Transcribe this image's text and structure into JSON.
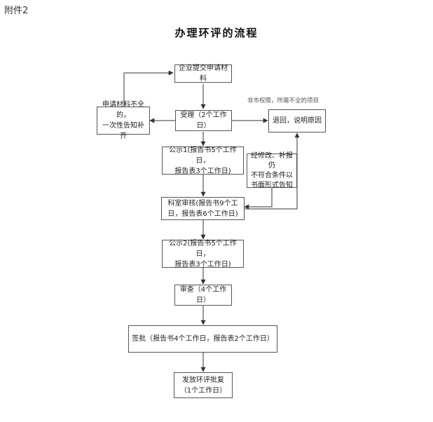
{
  "annex_label": "附件2",
  "title": "办理环评的流程",
  "nodes": {
    "submit": {
      "lines": [
        "企业提交申请材料"
      ]
    },
    "incomplete": {
      "lines": [
        "申请材料不全的，",
        "一次性告知补齐"
      ]
    },
    "accept": {
      "lines": [
        "受理（2个工作日）"
      ]
    },
    "return": {
      "lines": [
        "退回，说明原因"
      ]
    },
    "publicity1": {
      "lines": [
        "公示1(报告书5个工作日，",
        "报告表3个工作日)"
      ]
    },
    "revise": {
      "lines": [
        "经修改、补报仍",
        "不符合条件以",
        "书面形式告知"
      ]
    },
    "review": {
      "lines": [
        "科室审核(报告书9个工",
        "日，报告表6个工作日)"
      ]
    },
    "publicity2": {
      "lines": [
        "公示2(报告书5个工作日，",
        "报告表3个工作日)"
      ]
    },
    "examine": {
      "lines": [
        "审查（4个工作日）"
      ]
    },
    "sign": {
      "lines": [
        "签批（报告书4个工作日，报告表2个工作日）"
      ]
    },
    "issue": {
      "lines": [
        "发放环评批复",
        "（1个工作日）"
      ]
    }
  },
  "notes": {
    "out_of_scope": "非市权限，所需不全的项目"
  }
}
